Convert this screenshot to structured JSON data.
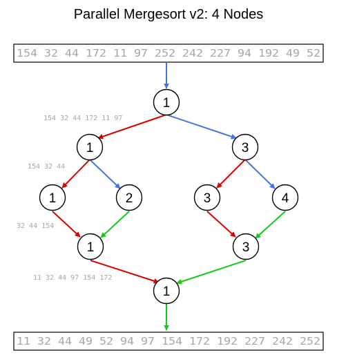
{
  "title": "Parallel Mergesort v2: 4 Nodes",
  "input_array": "154 32 44 172 11 97 252 242 227 94 192 49 52",
  "output_array": "11 32 44 49 52 94 97 154 172 192 227 242 252",
  "colors": {
    "red": "#dd0000",
    "blue": "#4472e8",
    "green": "#11cc11",
    "gray_text": "#a6a6a6"
  },
  "nodes": {
    "root": "1",
    "l1_left": "1",
    "l1_right": "3",
    "l2_a": "1",
    "l2_b": "2",
    "l2_c": "3",
    "l2_d": "4",
    "merge_left": "1",
    "merge_right": "3",
    "merge_root": "1"
  },
  "labels": {
    "split_root_left": "154 32 44 172 11 97",
    "split_l1_left": "154 32 44",
    "merged_left_pair": "32 44 154",
    "merged_final_left": "11 32 44 97 154 172"
  }
}
